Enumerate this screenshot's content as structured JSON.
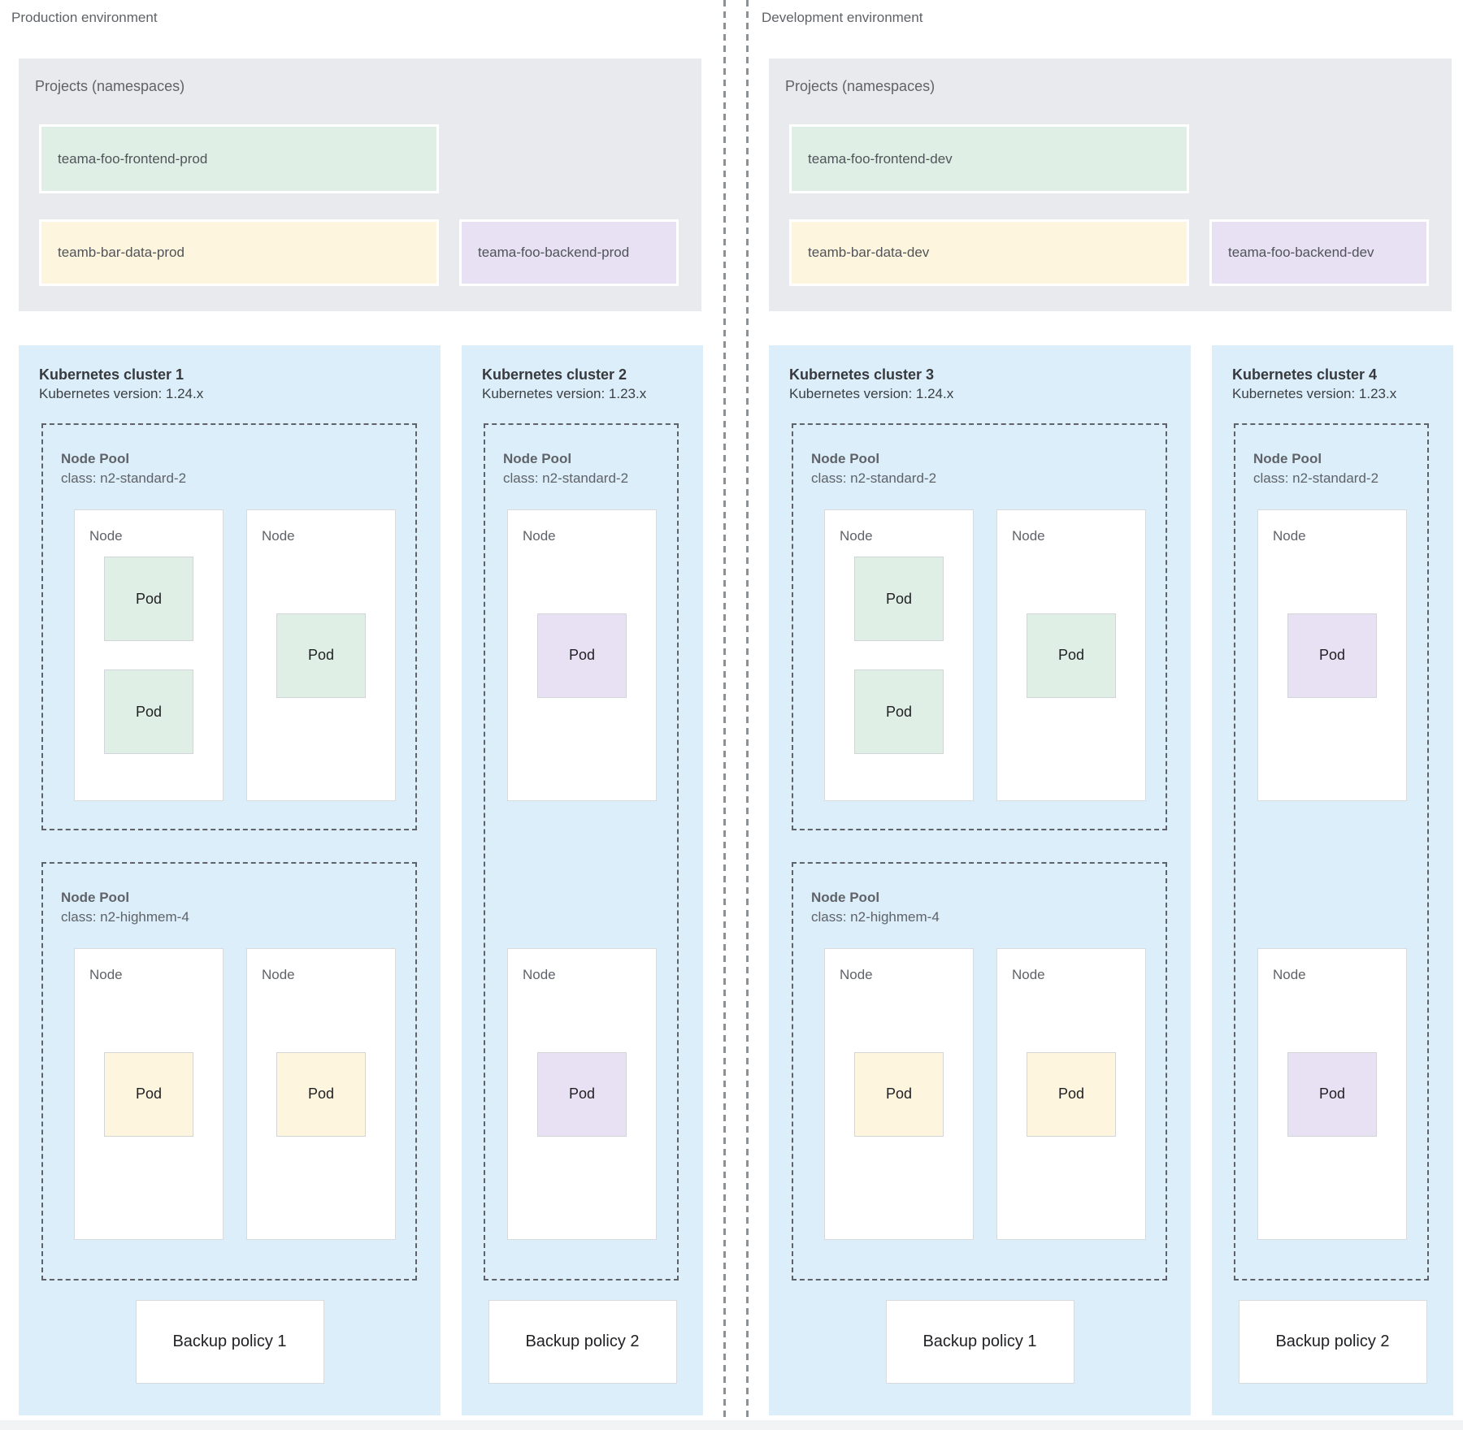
{
  "palette": {
    "cluster-bg": "#dceefa",
    "projects-bg": "#e8eaed",
    "green": "#e0efe6",
    "yellow": "#fdf5de",
    "purple": "#e8e0f3",
    "node-bg": "#ffffff",
    "node-border": "#d8dadc",
    "pod-border": "#d2d5d8",
    "dashed": "#5f6368",
    "divider": "#8d9194",
    "strip": "#f1f3f4",
    "text-gray": "#5f6368",
    "text-dark": "#202124"
  },
  "labels": {
    "node_pool": "Node Pool",
    "node": "Node",
    "pod": "Pod"
  },
  "environments": [
    {
      "label": "Production environment",
      "projects": {
        "title": "Projects (namespaces)",
        "items": [
          {
            "name": "teama-foo-frontend-prod",
            "color": "green"
          },
          {
            "name": "teamb-bar-data-prod",
            "color": "yellow"
          },
          {
            "name": "teama-foo-backend-prod",
            "color": "purple"
          }
        ]
      },
      "clusters": [
        {
          "title": "Kubernetes cluster 1",
          "version": "Kubernetes version: 1.24.x",
          "backup_policy": "Backup policy 1",
          "pools": [
            {
              "machine_class": "class: n2-standard-2",
              "nodes": [
                {
                  "pods": [
                    {
                      "color": "green"
                    },
                    {
                      "color": "green"
                    }
                  ]
                },
                {
                  "pods": [
                    {
                      "color": "green"
                    }
                  ]
                }
              ]
            },
            {
              "machine_class": "class: n2-highmem-4",
              "nodes": [
                {
                  "pods": [
                    {
                      "color": "yellow"
                    }
                  ]
                },
                {
                  "pods": [
                    {
                      "color": "yellow"
                    }
                  ]
                }
              ]
            }
          ]
        },
        {
          "title": "Kubernetes cluster 2",
          "version": "Kubernetes version: 1.23.x",
          "backup_policy": "Backup policy 2",
          "pools": [
            {
              "machine_class": "class: n2-standard-2",
              "nodes": [
                {
                  "pods": [
                    {
                      "color": "purple"
                    }
                  ]
                },
                {
                  "pods": [
                    {
                      "color": "purple"
                    }
                  ]
                }
              ]
            }
          ]
        }
      ]
    },
    {
      "label": "Development environment",
      "projects": {
        "title": "Projects (namespaces)",
        "items": [
          {
            "name": "teama-foo-frontend-dev",
            "color": "green"
          },
          {
            "name": "teamb-bar-data-dev",
            "color": "yellow"
          },
          {
            "name": "teama-foo-backend-dev",
            "color": "purple"
          }
        ]
      },
      "clusters": [
        {
          "title": "Kubernetes cluster 3",
          "version": "Kubernetes version: 1.24.x",
          "backup_policy": "Backup policy 1",
          "pools": [
            {
              "machine_class": "class: n2-standard-2",
              "nodes": [
                {
                  "pods": [
                    {
                      "color": "green"
                    },
                    {
                      "color": "green"
                    }
                  ]
                },
                {
                  "pods": [
                    {
                      "color": "green"
                    }
                  ]
                }
              ]
            },
            {
              "machine_class": "class: n2-highmem-4",
              "nodes": [
                {
                  "pods": [
                    {
                      "color": "yellow"
                    }
                  ]
                },
                {
                  "pods": [
                    {
                      "color": "yellow"
                    }
                  ]
                }
              ]
            }
          ]
        },
        {
          "title": "Kubernetes cluster 4",
          "version": "Kubernetes version: 1.23.x",
          "backup_policy": "Backup policy 2",
          "pools": [
            {
              "machine_class": "class: n2-standard-2",
              "nodes": [
                {
                  "pods": [
                    {
                      "color": "purple"
                    }
                  ]
                },
                {
                  "pods": [
                    {
                      "color": "purple"
                    }
                  ]
                }
              ]
            }
          ]
        }
      ]
    }
  ]
}
